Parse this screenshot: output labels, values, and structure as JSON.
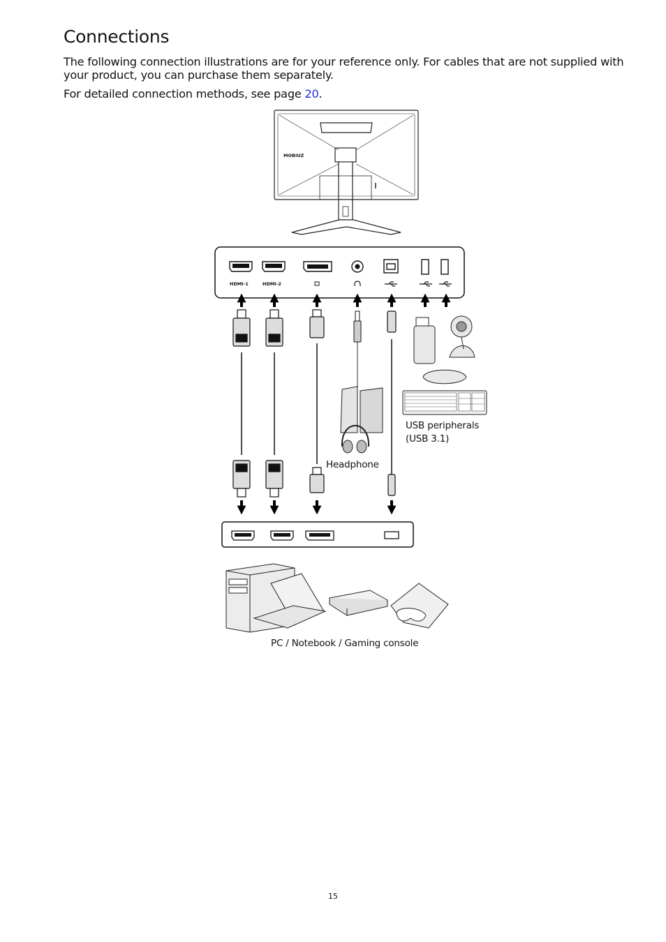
{
  "page": {
    "title": "Connections",
    "intro": "The following connection illustrations are for your reference only. For cables that are not supplied with your product, you can purchase them separately.",
    "detail_prefix": "For detailed connection methods, see page ",
    "detail_page_link": "20",
    "detail_suffix": ".",
    "page_number": "15"
  },
  "diagram": {
    "monitor_logo": "MOBIUZ",
    "port_labels": [
      "HDMI-1",
      "HDMI-2"
    ],
    "captions": {
      "headphone": "Headphone",
      "usb_line1": "USB peripherals",
      "usb_line2": "(USB 3.1)",
      "sources": "PC / Notebook / Gaming console"
    }
  }
}
